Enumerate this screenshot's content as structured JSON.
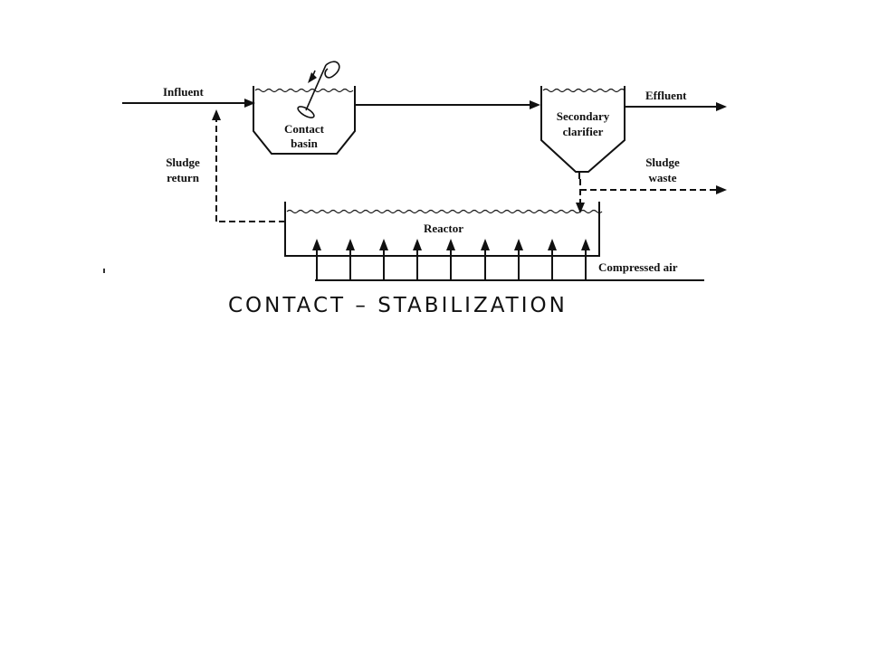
{
  "labels": {
    "influent": "Influent",
    "contact_basin_line1": "Contact",
    "contact_basin_line2": "basin",
    "secondary_clarifier_line1": "Secondary",
    "secondary_clarifier_line2": "clarifier",
    "effluent": "Effluent",
    "sludge_return_line1": "Sludge",
    "sludge_return_line2": "return",
    "sludge_waste_line1": "Sludge",
    "sludge_waste_line2": "waste",
    "reactor": "Reactor",
    "compressed_air": "Compressed air"
  },
  "caption": "CONTACT – STABILIZATION"
}
